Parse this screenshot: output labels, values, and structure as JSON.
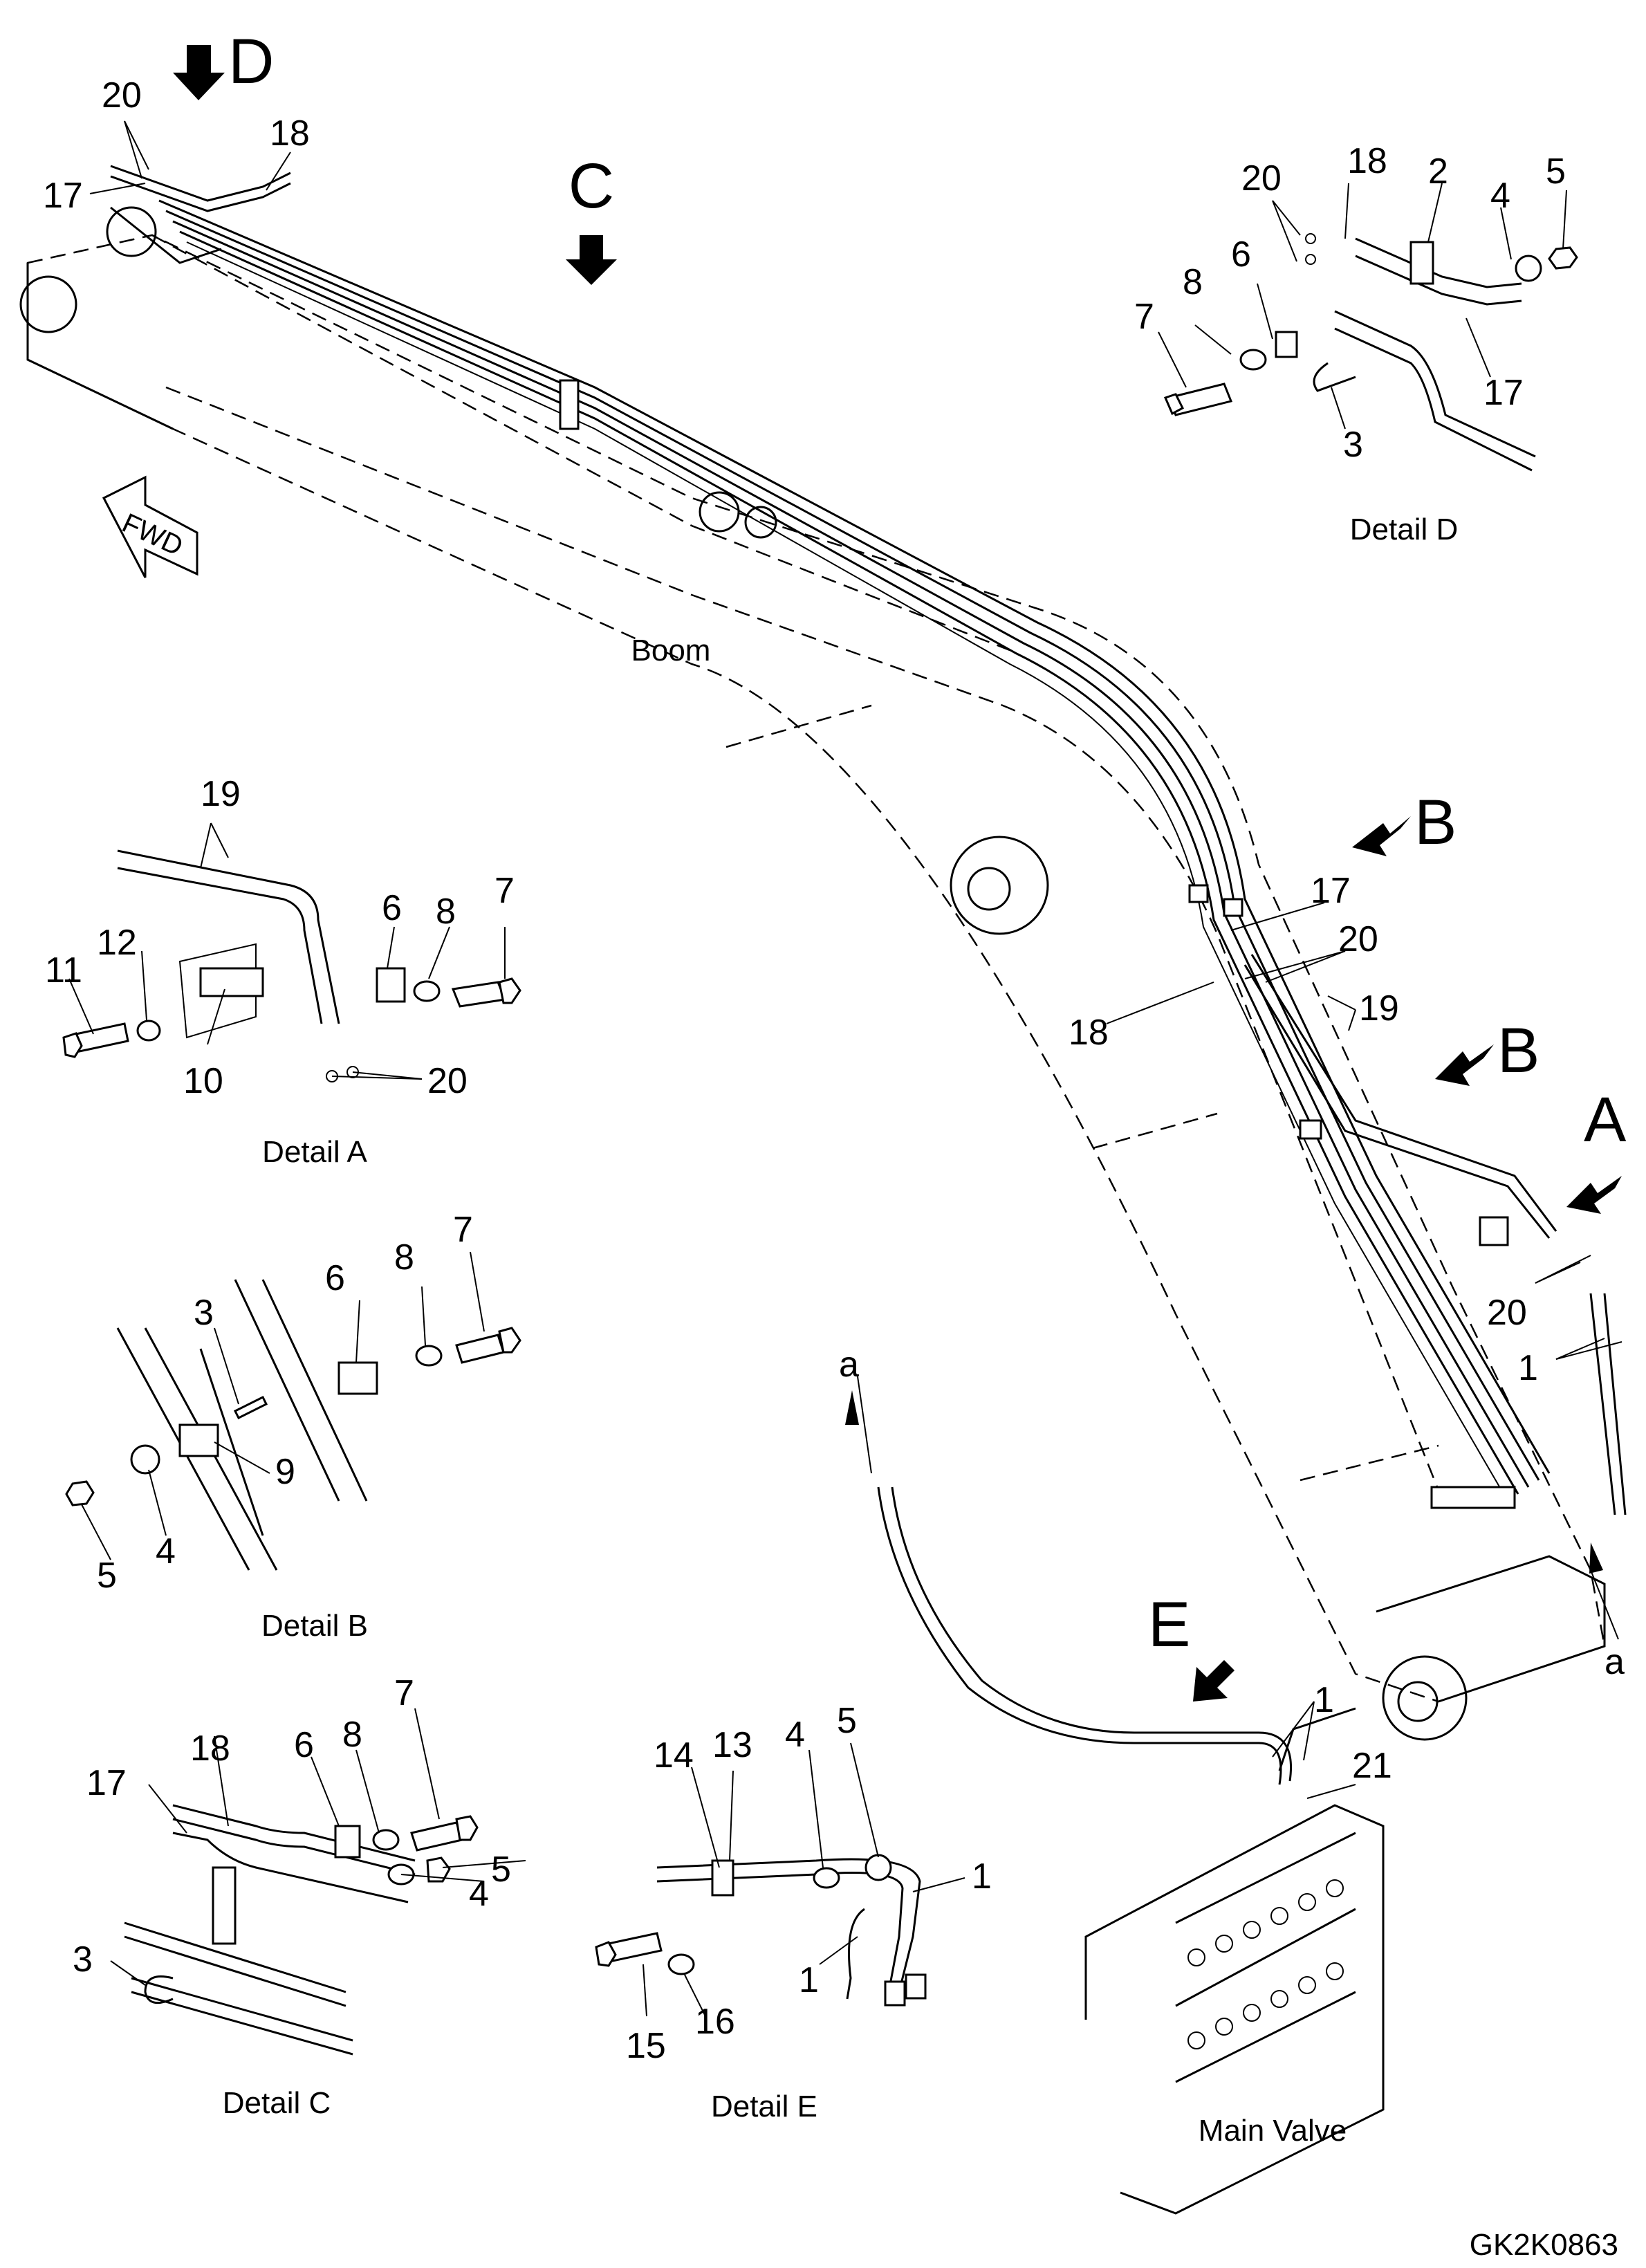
{
  "captions": {
    "boom": "Boom",
    "main_valve": "Main Valve",
    "detail_a": "Detail A",
    "detail_b": "Detail B",
    "detail_c": "Detail C",
    "detail_d": "Detail D",
    "detail_e": "Detail E"
  },
  "view_letters": {
    "a": "A",
    "b": "B",
    "c": "C",
    "d": "D",
    "e": "E",
    "small_a": "a"
  },
  "fwd_label": "FWD",
  "drawing_code": "GK2K0863",
  "part_numbers": {
    "p1": "1",
    "p2": "2",
    "p3": "3",
    "p4": "4",
    "p5": "5",
    "p6": "6",
    "p7": "7",
    "p8": "8",
    "p9": "9",
    "p10": "10",
    "p11": "11",
    "p12": "12",
    "p13": "13",
    "p14": "14",
    "p15": "15",
    "p16": "16",
    "p17": "17",
    "p18": "18",
    "p19": "19",
    "p20": "20",
    "p21": "21"
  }
}
